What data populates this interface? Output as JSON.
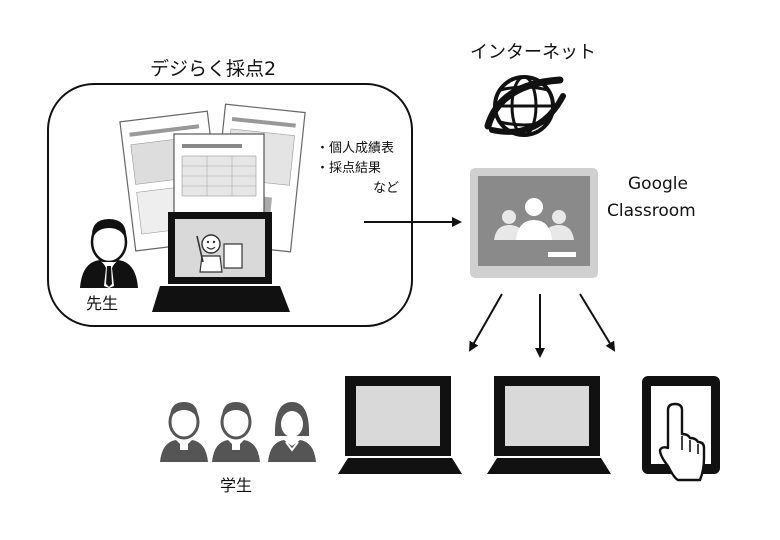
{
  "title": "デジらく採点2",
  "internet_label": "インターネット",
  "classroom": {
    "line1": "Google",
    "line2": "Classroom"
  },
  "report_notes": [
    "・個人成績表",
    "・採点結果",
    "など"
  ],
  "teacher_label": "先生",
  "student_label": "学生",
  "icons": {
    "teacher": "teacher-icon",
    "globe": "globe-icon",
    "classroom_logo": "google-classroom-logo-icon",
    "laptop": "laptop-icon",
    "tablet": "tablet-icon",
    "students": "students-icon",
    "documents": "report-documents-icon"
  },
  "colors": {
    "line": "#111111",
    "classroom_gray": "#8a8a8a",
    "screen_gray": "#d9d9d9"
  }
}
